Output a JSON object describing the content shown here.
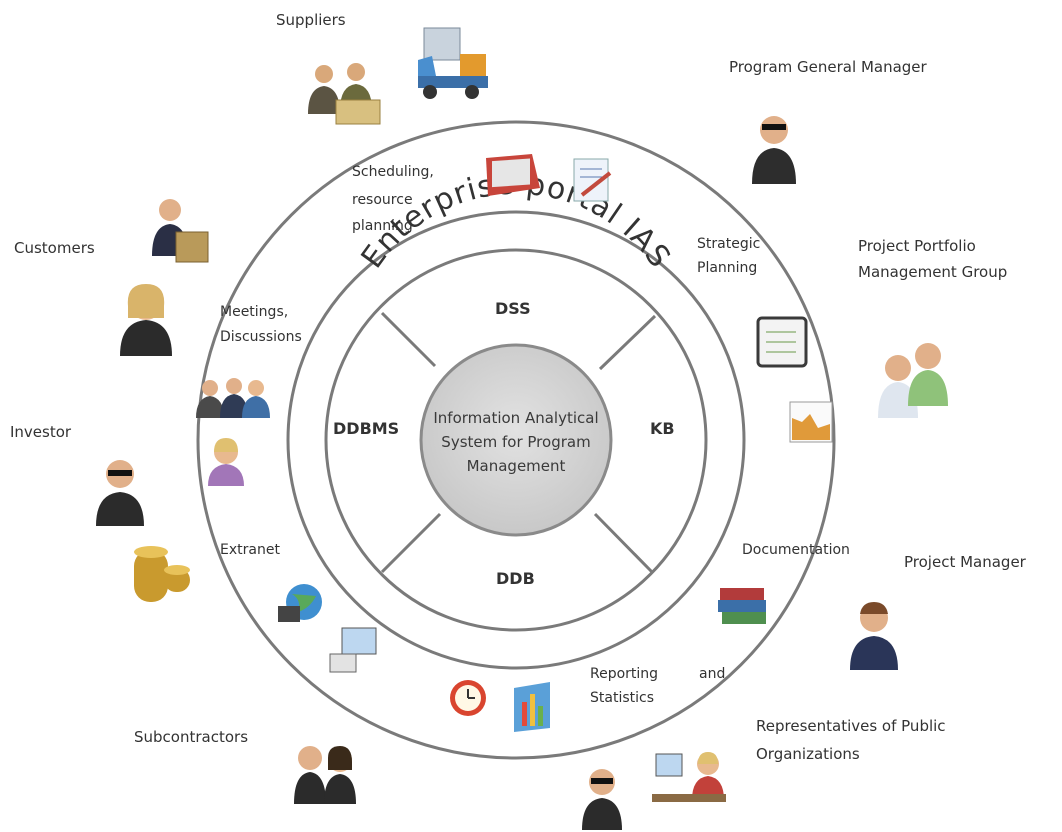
{
  "center": {
    "line1": "Information  Analytical",
    "line2": "System for Program",
    "line3": "Management"
  },
  "portal_label": "Enterprise portal IAS",
  "modules": {
    "top": "DSS",
    "left": "DDBMS",
    "right": "KB",
    "bottom": "DDB"
  },
  "services": {
    "scheduling": [
      "Scheduling,",
      "resource",
      "planning"
    ],
    "strategic": [
      "Strategic",
      "Planning"
    ],
    "meetings": [
      "Meetings,",
      "Discussions"
    ],
    "extranet": "Extranet",
    "documentation": "Documentation",
    "reporting": [
      "Reporting",
      "and",
      "Statistics"
    ]
  },
  "stakeholders": {
    "suppliers": "Suppliers",
    "program_general_manager": "Program General Manager",
    "customers": "Customers",
    "portfolio": [
      "Project Portfolio",
      "Management Group"
    ],
    "investor": "Investor",
    "project_manager": "Project Manager",
    "subcontractors": "Subcontractors",
    "public_orgs": [
      "Representatives of Public",
      "Organizations"
    ]
  },
  "colors": {
    "ring": "#7a7a7a",
    "center_fill": "#d4d4d4",
    "text": "#333333"
  }
}
